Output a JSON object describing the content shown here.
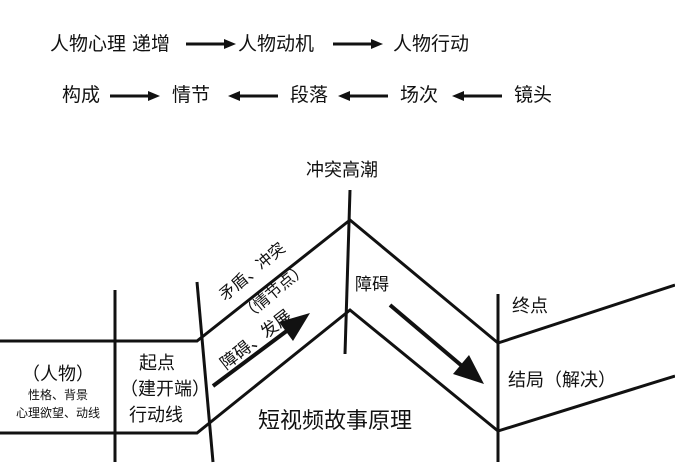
{
  "colors": {
    "line": "#111111",
    "text": "#111111",
    "background": "#ffffff"
  },
  "chain_top": {
    "psychology": "人物心理 递增",
    "motivation": "人物动机",
    "action": "人物行动"
  },
  "chain_bottom": {
    "compose": "构成",
    "plot": "情节",
    "paragraph": "段落",
    "scene": "场次",
    "shot": "镜头"
  },
  "diagram": {
    "title": "短视频故事原理",
    "climax": "冲突高潮",
    "conflict_line1": "矛盾、冲突",
    "conflict_line2": "（情节点）",
    "obstacle_develop": "障碍、发展",
    "obstacle": "障碍",
    "end_point": "终点",
    "ending": "结局（解决）",
    "character_title": "（人物）",
    "character_line1": "性格、背景",
    "character_line2": "心理欲望、动线",
    "start_title": "起点",
    "start_line2": "（建开端）",
    "start_line3": "行动线"
  }
}
